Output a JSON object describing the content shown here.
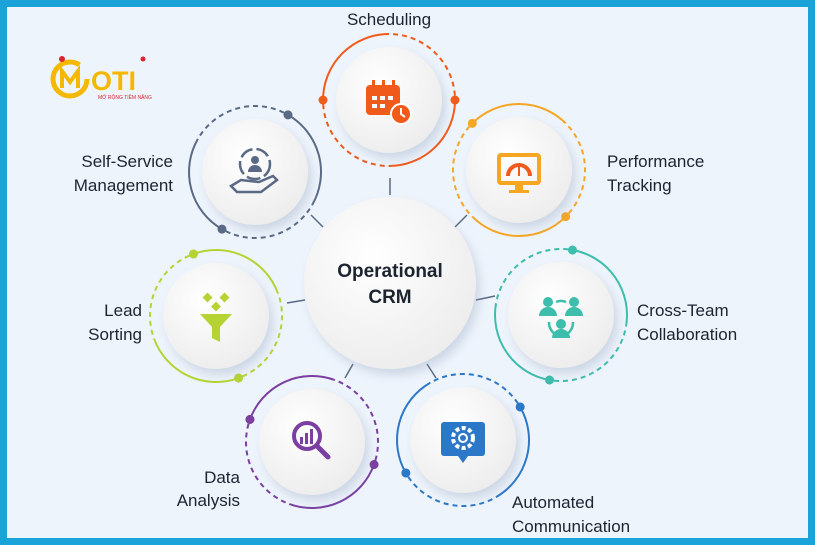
{
  "logo": {
    "name": "MOTI",
    "tagline": "MỞ RỘNG TIỀM NĂNG"
  },
  "center": {
    "line1": "Operational",
    "line2": "CRM"
  },
  "nodes": {
    "scheduling": {
      "line1": "Scheduling",
      "icon": "calendar-clock-icon",
      "color": "#f05a1a"
    },
    "performance": {
      "line1": "Performance",
      "line2": "Tracking",
      "icon": "dashboard-gauge-icon",
      "color": "#f5a623"
    },
    "cross_team": {
      "line1": "Cross-Team",
      "line2": "Collaboration",
      "icon": "team-icon",
      "color": "#3dbdac"
    },
    "automated": {
      "line1": "Automated",
      "line2": "Communication",
      "icon": "gear-chat-icon",
      "color": "#2b78c8"
    },
    "data_analysis": {
      "line1": "Data",
      "line2": "Analysis",
      "icon": "magnifier-chart-icon",
      "color": "#7a3fa0"
    },
    "lead_sorting": {
      "line1": "Lead",
      "line2": "Sorting",
      "icon": "funnel-icon",
      "color": "#b6d334"
    },
    "self_service": {
      "line1": "Self-Service",
      "line2": "Management",
      "icon": "user-hand-cycle-icon",
      "color": "#5a6a85"
    }
  },
  "colors": {
    "frame": "#1aa3d9",
    "background": "#eef4fc",
    "logo": "#f5b800"
  }
}
